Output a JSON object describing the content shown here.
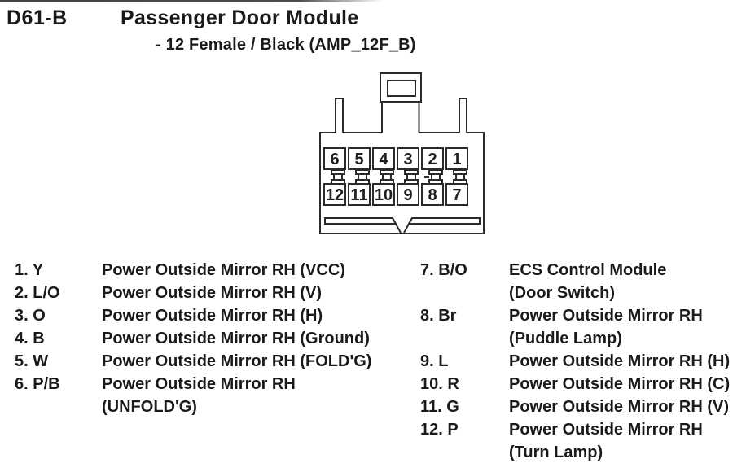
{
  "header": {
    "connector_id": "D61-B",
    "title": "Passenger Door Module",
    "subtitle": "- 12 Female / Black (AMP_12F_B)"
  },
  "connector": {
    "description": "12-pin female connector, black",
    "top_row": [
      "6",
      "5",
      "4",
      "3",
      "2",
      "1"
    ],
    "bottom_row": [
      "12",
      "11",
      "10",
      "9",
      "8",
      "7"
    ],
    "line_color": "#2b2b2b"
  },
  "pinout_left": [
    {
      "label": "1. Y",
      "desc": "Power Outside Mirror RH (VCC)"
    },
    {
      "label": "2. L/O",
      "desc": "Power Outside Mirror RH (V)"
    },
    {
      "label": "3. O",
      "desc": "Power Outside Mirror RH (H)"
    },
    {
      "label": "4. B",
      "desc": "Power Outside Mirror RH (Ground)"
    },
    {
      "label": "5. W",
      "desc": "Power Outside Mirror RH (FOLD'G)"
    },
    {
      "label": "6. P/B",
      "desc": "Power Outside Mirror RH\n(UNFOLD'G)"
    }
  ],
  "pinout_right": [
    {
      "label": "7. B/O",
      "desc": "ECS Control Module\n(Door Switch)"
    },
    {
      "label": "8. Br",
      "desc": "Power Outside Mirror RH\n(Puddle Lamp)"
    },
    {
      "label": "9. L",
      "desc": "Power Outside Mirror RH (H)"
    },
    {
      "label": "10. R",
      "desc": "Power Outside Mirror RH (C)"
    },
    {
      "label": "11. G",
      "desc": "Power Outside Mirror RH (V)"
    },
    {
      "label": "12. P",
      "desc": "Power Outside Mirror RH\n(Turn Lamp)"
    }
  ]
}
